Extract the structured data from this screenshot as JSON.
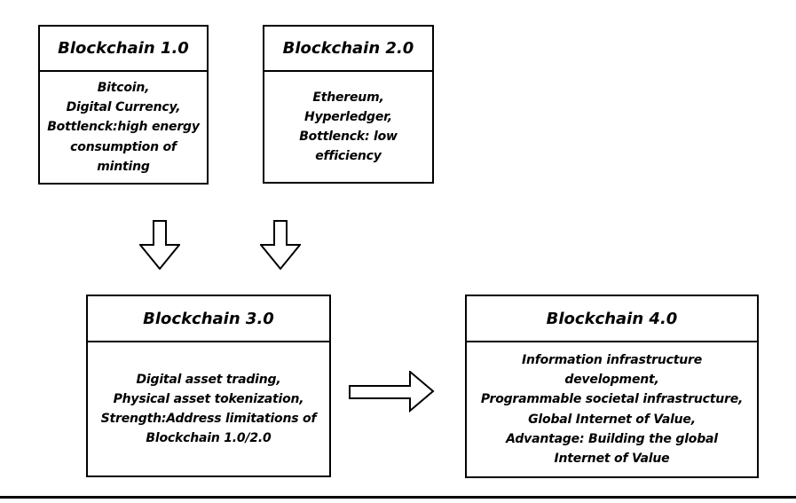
{
  "diagram": {
    "colors": {
      "border": "#000000",
      "text": "#000000",
      "background": "#ffffff"
    },
    "boxes": [
      {
        "title": "Blockchain 1.0",
        "body": "Bitcoin,\nDigital Currency,\nBottlenck:high energy\nconsumption of\nminting"
      },
      {
        "title": "Blockchain 2.0",
        "body": "Ethereum,\nHyperledger,\nBottlenck: low\nefficiency"
      },
      {
        "title": "Blockchain 3.0",
        "body": "Digital asset trading,\nPhysical asset tokenization,\nStrength:Address limitations of\nBlockchain 1.0/2.0"
      },
      {
        "title": "Blockchain 4.0",
        "body": "Information infrastructure\ndevelopment,\nProgrammable societal infrastructure,\nGlobal Internet of Value,\nAdvantage: Building the global\nInternet of Value"
      }
    ],
    "arrows": [
      {
        "name": "down-arrow-1",
        "direction": "down",
        "from": "Blockchain 1.0",
        "to": "Blockchain 3.0"
      },
      {
        "name": "down-arrow-2",
        "direction": "down",
        "from": "Blockchain 2.0",
        "to": "Blockchain 3.0"
      },
      {
        "name": "right-arrow",
        "direction": "right",
        "from": "Blockchain 3.0",
        "to": "Blockchain 4.0"
      }
    ]
  }
}
